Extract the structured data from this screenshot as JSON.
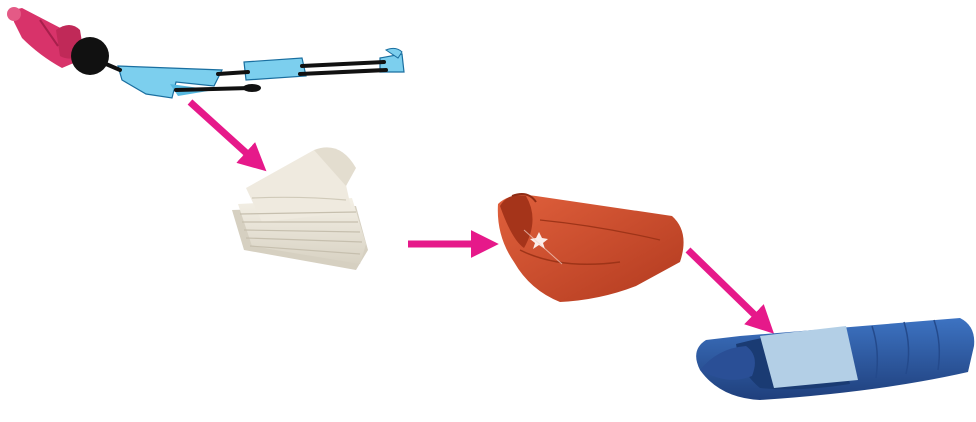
{
  "diagram": {
    "steps": [
      {
        "id": "person",
        "icon": "person-lying-in-winter-hat-icon"
      },
      {
        "id": "blanket",
        "icon": "folded-fleece-blanket-icon"
      },
      {
        "id": "bag-liner",
        "icon": "rolled-fleece-liner-icon"
      },
      {
        "id": "sleeping-bag",
        "icon": "mummy-sleeping-bag-icon"
      }
    ],
    "arrows": [
      {
        "from": "person",
        "to": "blanket",
        "icon": "arrow-icon"
      },
      {
        "from": "blanket",
        "to": "bag-liner",
        "icon": "arrow-icon"
      },
      {
        "from": "bag-liner",
        "to": "sleeping-bag",
        "icon": "arrow-icon"
      }
    ],
    "colors": {
      "arrow": "#e6198a",
      "hat": "#d8336a",
      "clothing": "#7ccfee",
      "blanket": "#e9e4d8",
      "liner": "#cc4a2c",
      "sleeping_bag": "#2d5aa3",
      "sleeping_bag_band": "#b3cfe6"
    }
  }
}
